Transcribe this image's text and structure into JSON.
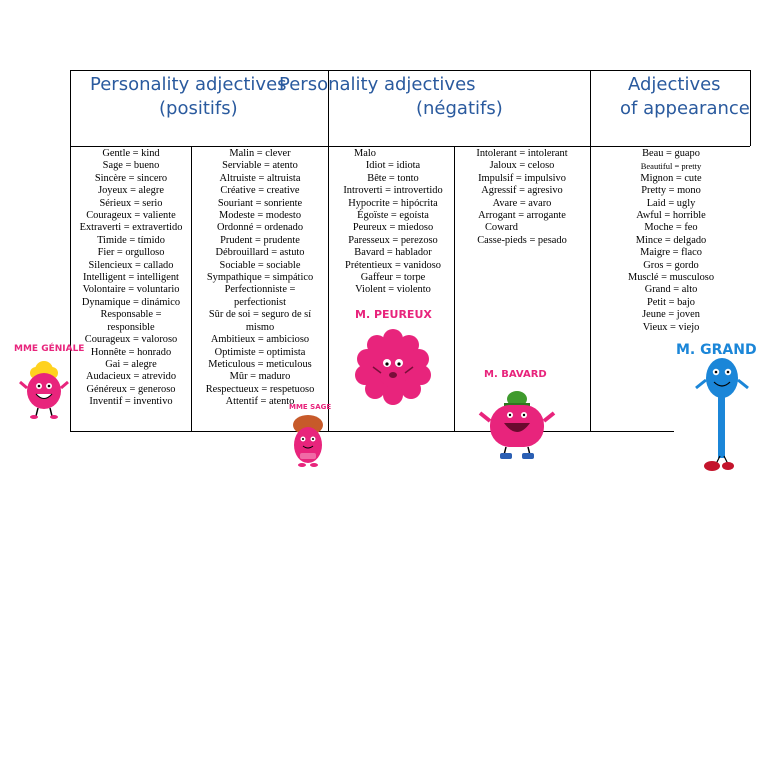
{
  "headers": {
    "positive_line1": "Personality adjectives",
    "positive_line2": "(positifs)",
    "negative_line1": "Personality adjectives",
    "negative_line2": "(négatifs)",
    "appearance_line1": "Adjectives",
    "appearance_line2": "of appearance"
  },
  "columns": {
    "positive_a": [
      "Gentle = kind",
      "Sage = bueno",
      "Sincère = sincero",
      "Joyeux = alegre",
      "Sérieux = serio",
      "Courageux = valiente",
      "Extraverti = extravertido",
      "Timide = tímido",
      "Fier = orgulloso",
      "Silencieux = callado",
      "Intelligent = intelligent",
      "Volontaire = voluntario",
      "Dynamique = dinámico",
      "Responsable =",
      "responsible",
      "Courageux = valoroso",
      "Honnête = honrado",
      "Gai = alegre",
      "Audacieux = atrevido",
      "Généreux = generoso",
      "Inventif = inventivo"
    ],
    "positive_b": [
      "Malin = clever",
      "Serviable = atento",
      "Altruiste = altruista",
      "Créative = creative",
      "Souriant = sonriente",
      "Modeste = modesto",
      "Ordonné = ordenado",
      "Prudent = prudente",
      "Débrouillard = astuto",
      "Sociable = sociable",
      "Sympathique = simpático",
      "Perfectionniste =",
      "perfectionist",
      "Sûr de soi = seguro de sí mismo",
      "Ambitieux = ambicioso",
      "Optimiste = optimista",
      "Meticulous = meticulous",
      "Mûr = maduro",
      "Respectueux = respetuoso",
      "Attentif = atento"
    ],
    "negative_a": [
      "Malo",
      "Idiot = idiota",
      "Bête = tonto",
      "Introverti = introvertido",
      "Hypocrite = hipócrita",
      "Égoïste = egoísta",
      "Peureux = miedoso",
      "Paresseux = perezoso",
      "Bavard = hablador",
      "Prétentieux = vanidoso",
      "Gaffeur = torpe",
      "Violent = violento"
    ],
    "negative_b": [
      "Intolerant = intolerant",
      "Jaloux = celoso",
      "Impulsif = impulsivo",
      "Agressif = agresivo",
      "Avare = avaro",
      "Arrogant = arrogante",
      "Coward",
      "Casse-pieds = pesado"
    ],
    "appearance": [
      "Beau = guapo",
      "Beautiful = pretty",
      "Mignon = cute",
      "Pretty = mono",
      "Laid = ugly",
      "Awful = horrible",
      "Moche = feo",
      "Mince = delgado",
      "Maigre = flaco",
      "Gros = gordo",
      "Musclé = musculoso",
      "Grand = alto",
      "Petit = bajo",
      "Jeune = joven",
      "Vieux = viejo"
    ]
  },
  "characters": {
    "mme_geniale": "MME GÉNIALE",
    "mme_sage": "MME SAGE",
    "m_peureux": "M. PEUREUX",
    "m_bavard": "M. BAVARD",
    "m_grand": "M. GRAND"
  },
  "colors": {
    "header_text": "#2a5a9e",
    "pink": "#e8247c",
    "blue": "#1b86d8"
  }
}
